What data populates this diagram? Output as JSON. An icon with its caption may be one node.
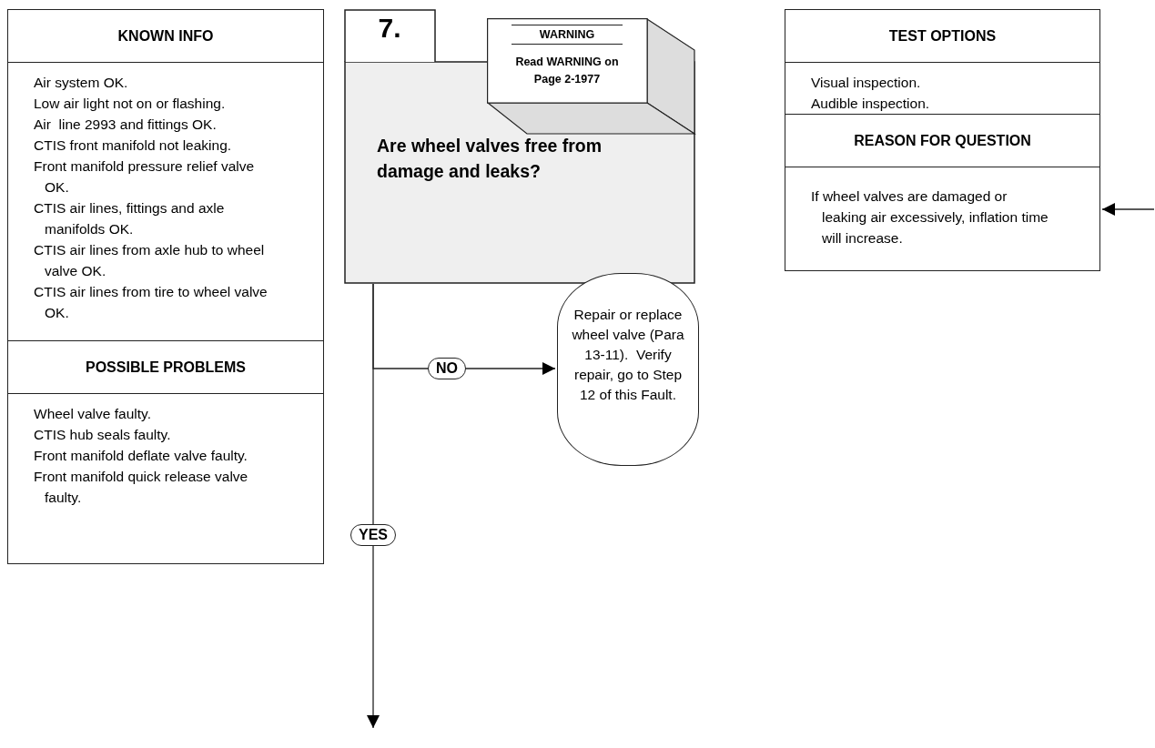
{
  "diagram": {
    "nodes": [
      {
        "text": [
          "KNOWN INFO",
          "Air system OK.",
          "Low air light not on or flashing.",
          "Air  line 2993 and fittings OK.",
          "CTIS front manifold not leaking.",
          "Front manifold pressure relief valve OK.",
          "CTIS air lines, fittings and axle manifolds OK.",
          "CTIS air lines from axle hub to wheel valve OK.",
          "CTIS air lines from tire to wheel valve OK."
        ]
      },
      {
        "text": [
          "POSSIBLE PROBLEMS",
          "Wheel valve faulty.",
          "CTIS hub seals faulty.",
          "Front manifold deflate valve faulty.",
          "Front manifold quick release valve faulty."
        ]
      },
      {
        "text": [
          "7.",
          "Are wheel valves free from damage and leaks?"
        ]
      },
      {
        "text": [
          "WARNING",
          "Read WARNING on Page 2-1977"
        ]
      },
      {
        "text": [
          "TEST OPTIONS",
          "Visual inspection.",
          "Audible inspection."
        ]
      },
      {
        "text": [
          "REASON FOR QUESTION",
          "If wheel valves are damaged or leaking air excessively, inflation time will increase."
        ]
      },
      {
        "text": [
          "Repair or replace wheel valve (Para 13-11).  Verify repair, go to Step 12 of this Fault."
        ]
      }
    ],
    "edges": [
      {
        "from": 2,
        "to": 6,
        "arrow": "to",
        "label": "NO"
      },
      {
        "from": 2,
        "to": null,
        "arrow": "to",
        "label": "YES"
      },
      {
        "from": null,
        "to": 5,
        "arrow": "to"
      }
    ]
  }
}
